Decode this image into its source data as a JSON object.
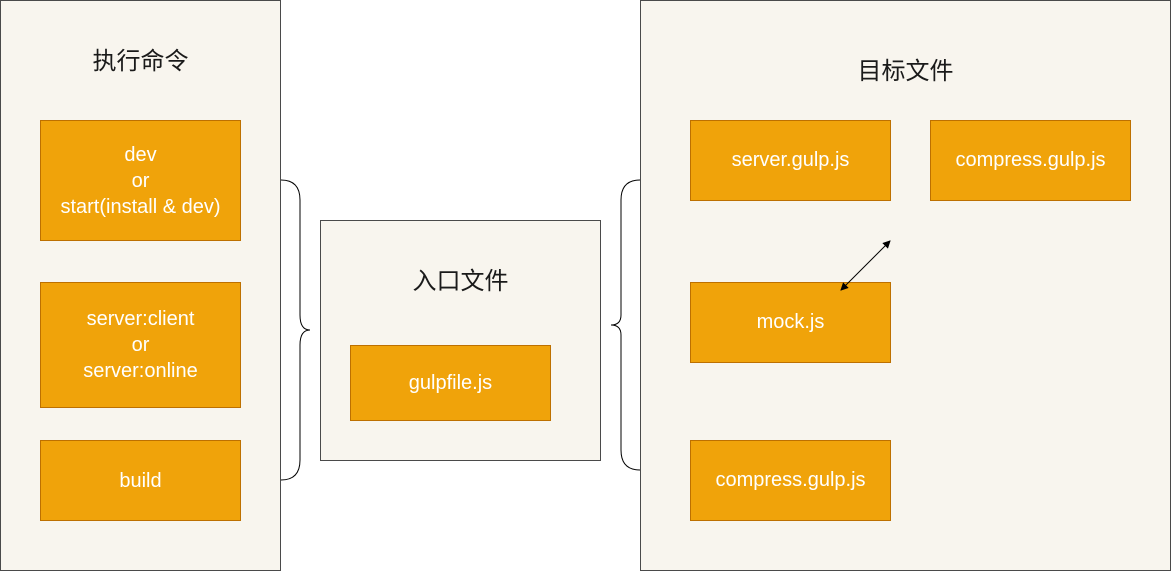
{
  "commands_panel": {
    "title": "执行命令",
    "boxes": [
      {
        "lines": [
          "dev",
          "or",
          "start(install & dev)"
        ]
      },
      {
        "lines": [
          "server:client",
          "or",
          "server:online"
        ]
      },
      {
        "lines": [
          "build"
        ]
      }
    ]
  },
  "entry_panel": {
    "title": "入口文件",
    "file": "gulpfile.js"
  },
  "target_panel": {
    "title": "目标文件",
    "files": [
      "server.gulp.js",
      "compress.gulp.js",
      "mock.js",
      "compress.gulp.js"
    ]
  },
  "colors": {
    "panel_fill": "#f8f5ee",
    "box_fill": "#f0a30a",
    "box_border": "#bd7000",
    "line": "#000000"
  }
}
